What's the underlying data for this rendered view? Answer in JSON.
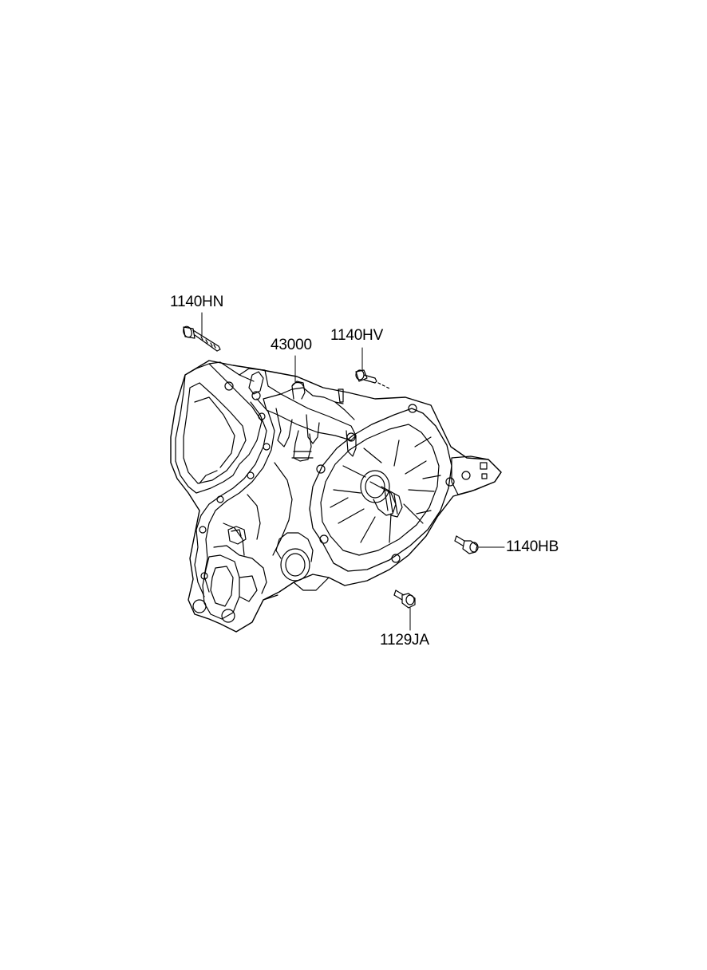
{
  "diagram": {
    "parts": [
      {
        "part_number": "1140HN",
        "item": "bolt"
      },
      {
        "part_number": "43000",
        "item": "transaxle assembly"
      },
      {
        "part_number": "1140HV",
        "item": "bolt"
      },
      {
        "part_number": "1140HB",
        "item": "bolt"
      },
      {
        "part_number": "1129JA",
        "item": "bolt"
      }
    ]
  }
}
